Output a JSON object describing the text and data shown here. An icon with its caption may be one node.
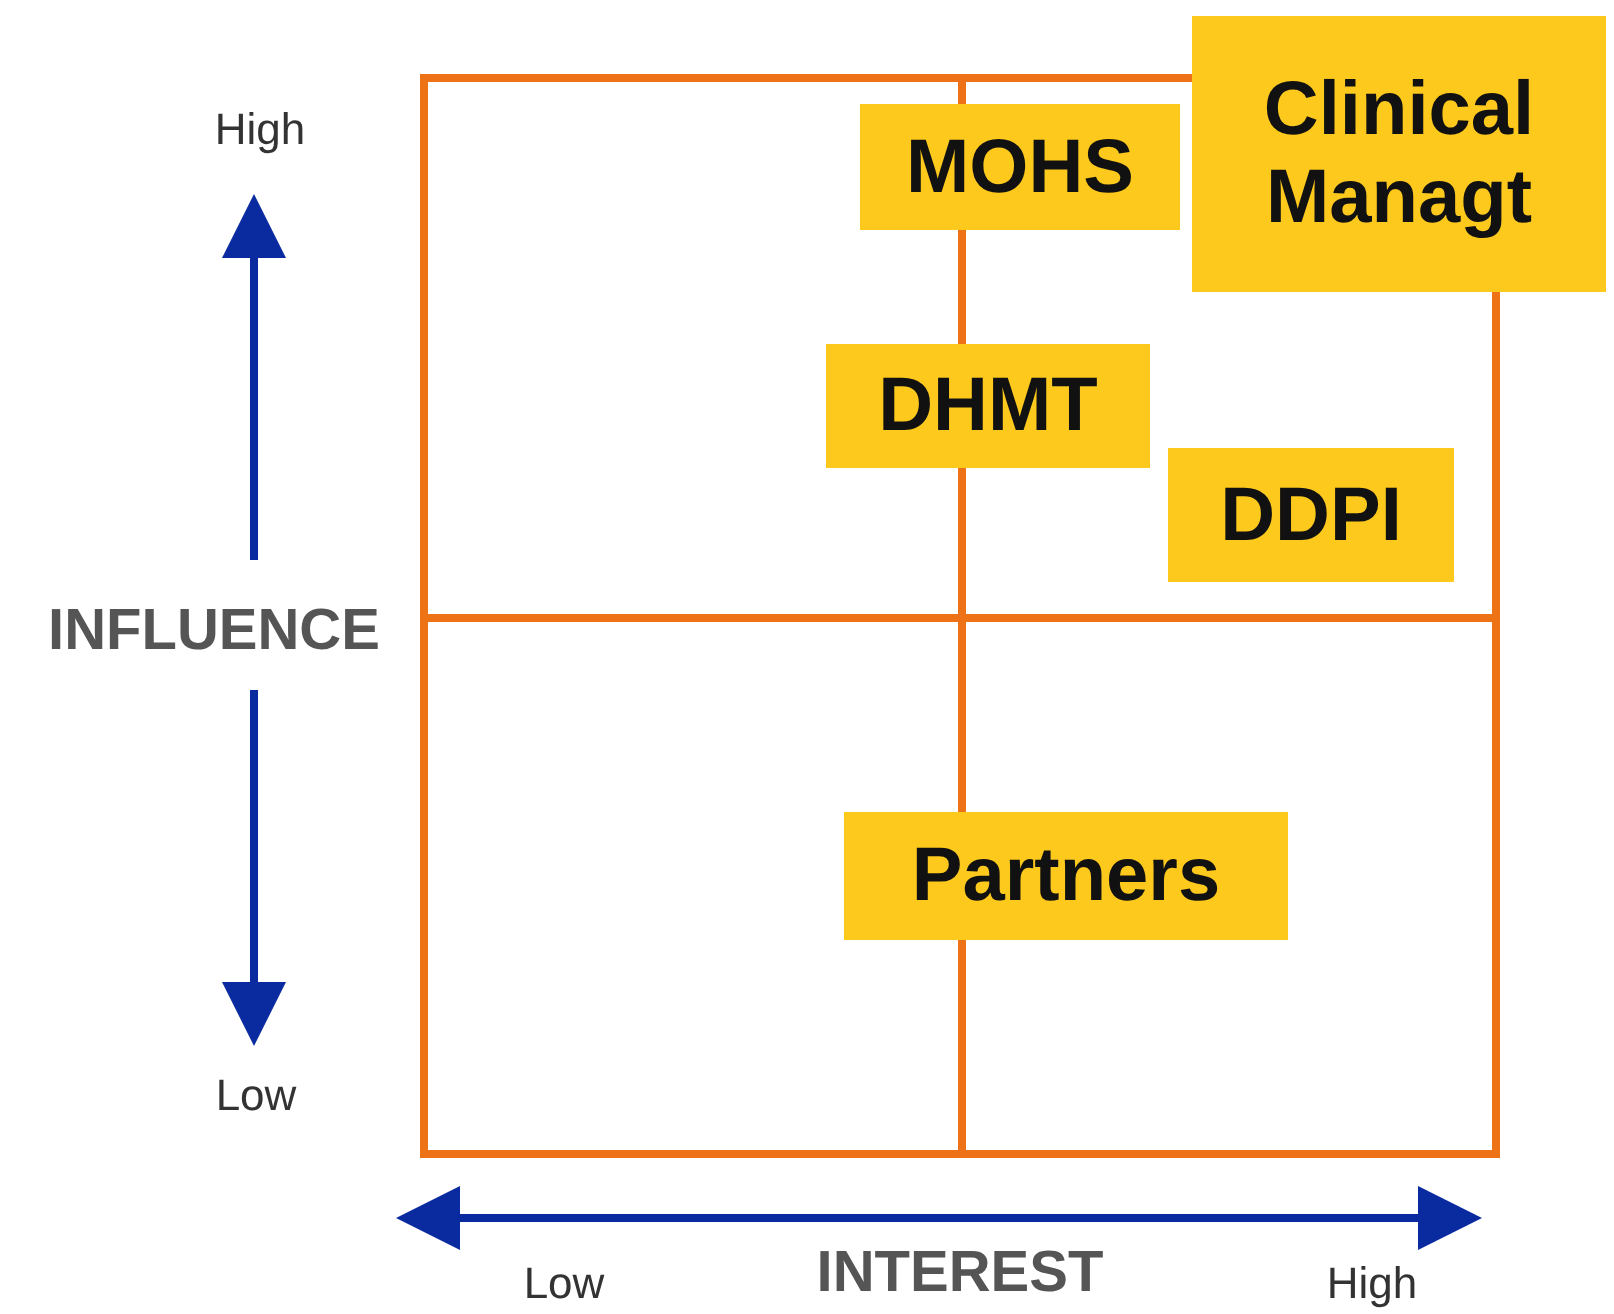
{
  "diagram": {
    "nodes": [
      {
        "text": [
          "MOHS"
        ]
      },
      {
        "text": [
          "Clinical Managt"
        ]
      },
      {
        "text": [
          "DHMT"
        ]
      },
      {
        "text": [
          "DDPI"
        ]
      },
      {
        "text": [
          "Partners"
        ]
      }
    ],
    "labels": [
      "High",
      "INFLUENCE",
      "Low",
      "Low",
      "INTEREST",
      "High"
    ]
  }
}
